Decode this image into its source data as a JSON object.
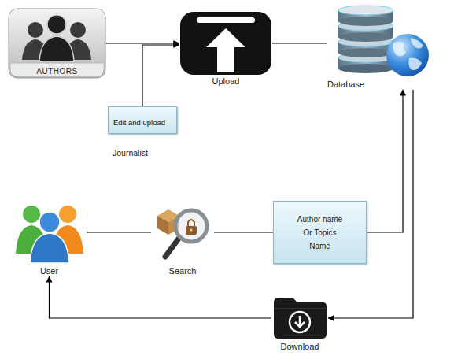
{
  "diagram": {
    "nodes": [
      {
        "text": [
          "AUTHORS"
        ]
      },
      {
        "text": [
          "Upload"
        ]
      },
      {
        "text": [
          "Database"
        ]
      },
      {
        "text": [
          "Edit and upload",
          "Journalist"
        ]
      },
      {
        "text": [
          "User"
        ]
      },
      {
        "text": [
          "Search"
        ]
      },
      {
        "text": [
          "Author name Or Topics Name"
        ]
      },
      {
        "text": [
          "Download"
        ]
      }
    ],
    "edges": [
      {
        "from": 0,
        "to": 1,
        "arrow": "to"
      },
      {
        "from": 3,
        "to": 1,
        "arrow": "to"
      },
      {
        "from": 1,
        "to": 2,
        "arrow": "none"
      },
      {
        "from": 4,
        "to": 5,
        "arrow": "none"
      },
      {
        "from": 5,
        "to": 6,
        "arrow": "none"
      },
      {
        "from": 6,
        "to": 2,
        "arrow": "to"
      },
      {
        "from": 2,
        "to": 7,
        "arrow": "to"
      },
      {
        "from": 7,
        "to": 4,
        "arrow": "to"
      }
    ]
  }
}
